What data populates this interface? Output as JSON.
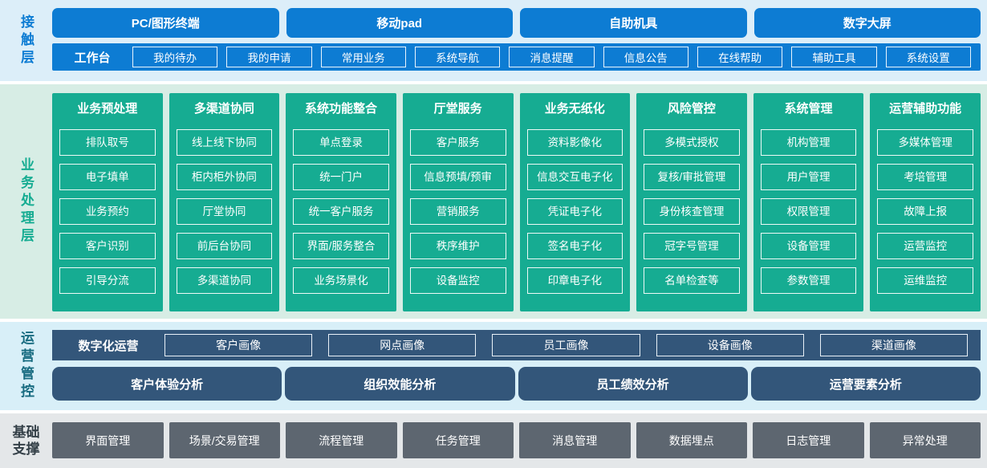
{
  "colors": {
    "blue": "#0d7cd3",
    "green": "#16ac92",
    "slate_blue": "#33567a",
    "gray": "#5d6670",
    "bg_contact": "#dceef9",
    "bg_business": "#d7ede5",
    "bg_operations": "#d8eff8",
    "bg_foundation": "#e4e7e9",
    "label_operations": "#176b80",
    "label_foundation": "#333f47"
  },
  "contact": {
    "label": "接触层",
    "channels": [
      "PC/图形终端",
      "移动pad",
      "自助机具",
      "数字大屏"
    ],
    "workbench": {
      "label": "工作台",
      "items": [
        "我的待办",
        "我的申请",
        "常用业务",
        "系统导航",
        "消息提醒",
        "信息公告",
        "在线帮助",
        "辅助工具",
        "系统设置"
      ]
    }
  },
  "business": {
    "label": "业务处理层",
    "columns": [
      {
        "title": "业务预处理",
        "items": [
          "排队取号",
          "电子填单",
          "业务预约",
          "客户识别",
          "引导分流"
        ]
      },
      {
        "title": "多渠道协同",
        "items": [
          "线上线下协同",
          "柜内柜外协同",
          "厅堂协同",
          "前后台协同",
          "多渠道协同"
        ]
      },
      {
        "title": "系统功能整合",
        "items": [
          "单点登录",
          "统一门户",
          "统一客户服务",
          "界面/服务整合",
          "业务场景化"
        ]
      },
      {
        "title": "厅堂服务",
        "items": [
          "客户服务",
          "信息预填/预审",
          "营销服务",
          "秩序维护",
          "设备监控"
        ]
      },
      {
        "title": "业务无纸化",
        "items": [
          "资料影像化",
          "信息交互电子化",
          "凭证电子化",
          "签名电子化",
          "印章电子化"
        ]
      },
      {
        "title": "风险管控",
        "items": [
          "多模式授权",
          "复核/审批管理",
          "身份核查管理",
          "冠字号管理",
          "名单检查等"
        ]
      },
      {
        "title": "系统管理",
        "items": [
          "机构管理",
          "用户管理",
          "权限管理",
          "设备管理",
          "参数管理"
        ]
      },
      {
        "title": "运营辅助功能",
        "items": [
          "多媒体管理",
          "考培管理",
          "故障上报",
          "运营监控",
          "运维监控"
        ]
      }
    ]
  },
  "operations": {
    "label": "运营管控",
    "digital": {
      "label": "数字化运营",
      "items": [
        "客户画像",
        "网点画像",
        "员工画像",
        "设备画像",
        "渠道画像"
      ]
    },
    "analysis": [
      "客户体验分析",
      "组织效能分析",
      "员工绩效分析",
      "运营要素分析"
    ]
  },
  "foundation": {
    "label": "基础支撑",
    "items": [
      "界面管理",
      "场景/交易管理",
      "流程管理",
      "任务管理",
      "消息管理",
      "数据埋点",
      "日志管理",
      "异常处理"
    ]
  }
}
